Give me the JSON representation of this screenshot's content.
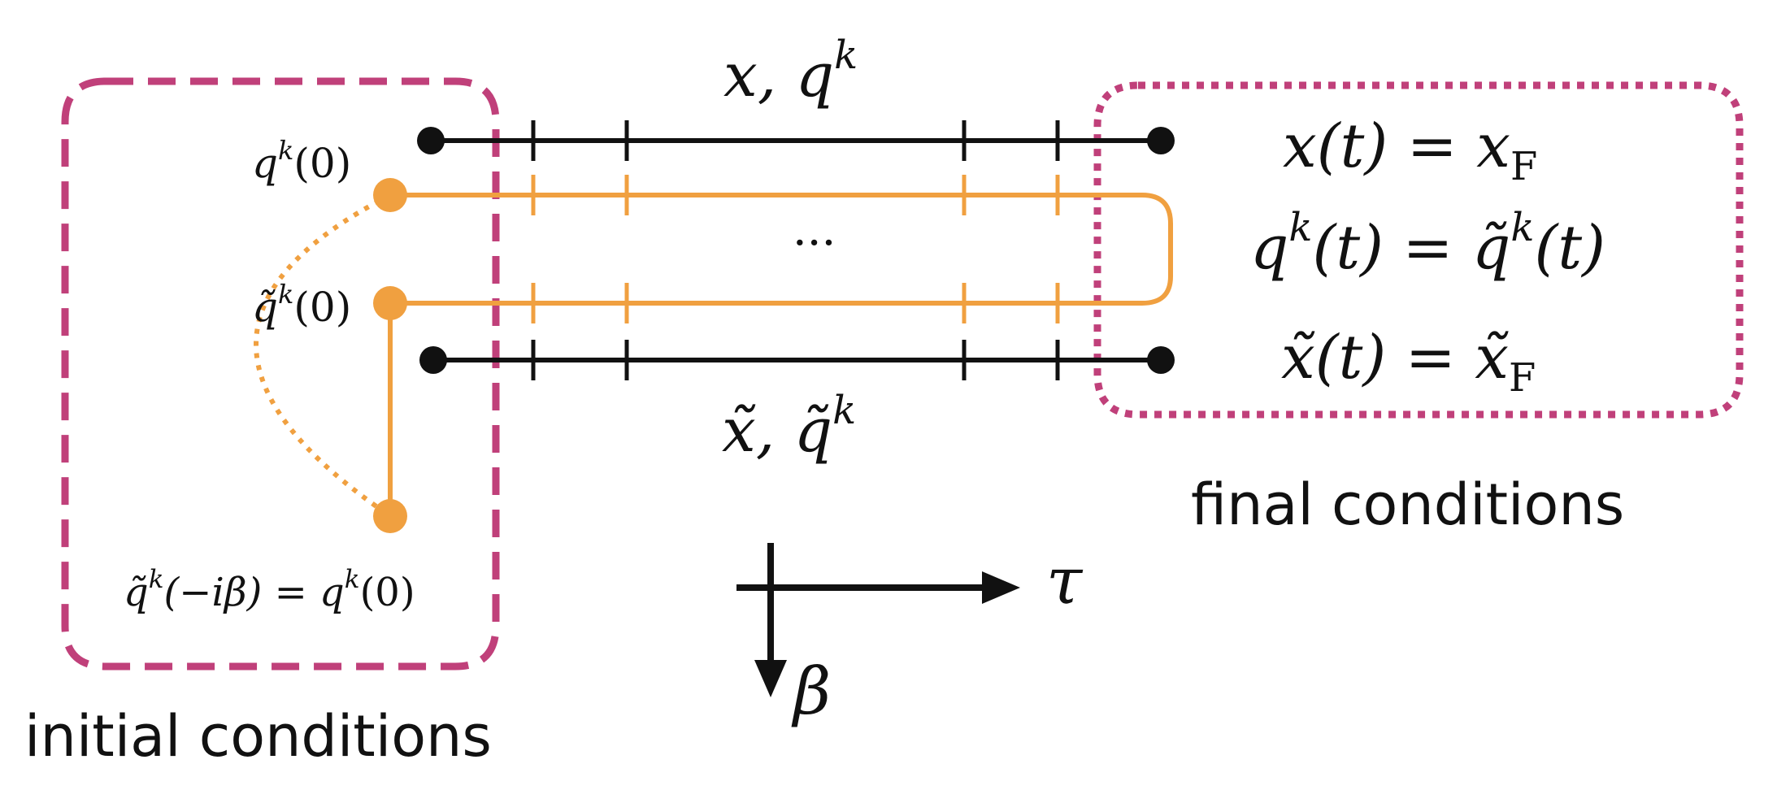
{
  "colors": {
    "line": "#111111",
    "contour": "#f0a040",
    "box": "#c0407a"
  },
  "labels": {
    "top_vars": "x, q",
    "top_sup": "k",
    "bottom_vars": "x̃, q̃",
    "bottom_sup": "k",
    "ellipsis": "···",
    "q0_base": "q",
    "q0_sup": "k",
    "q0_arg": "(0)",
    "qt0_base": "q̃",
    "qt0_sup": "k",
    "qt0_arg": "(0)",
    "kms_lhs_base": "q̃",
    "kms_lhs_sup": "k",
    "kms_lhs_arg": "(−iβ) = q",
    "kms_rhs_sup": "k",
    "kms_rhs_arg": "(0)",
    "fc1_lhs": "x(t) = x",
    "fc1_sub": "F",
    "fc2_lhs": "q",
    "fc2_sup1": "k",
    "fc2_mid": "(t) = q̃",
    "fc2_sup2": "k",
    "fc2_end": "(t)",
    "fc3_lhs": "x̃(t) = x̃",
    "fc3_sub": "F",
    "axis_tau": "τ",
    "axis_beta": "β",
    "initial_conditions": "initial conditions",
    "final_conditions": "final conditions"
  }
}
